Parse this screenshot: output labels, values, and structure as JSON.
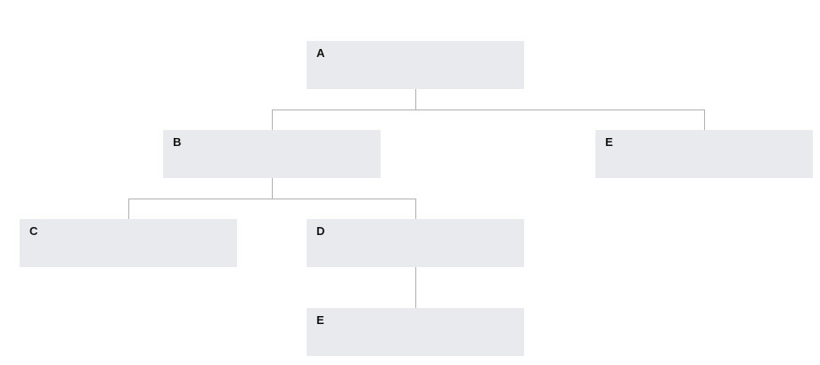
{
  "diagram": {
    "type": "org-chart",
    "nodes": [
      {
        "label": "A",
        "parent": null,
        "level": 1
      },
      {
        "label": "B",
        "parent": "A",
        "level": 2
      },
      {
        "label": "E",
        "parent": "A",
        "level": 2
      },
      {
        "label": "C",
        "parent": "B",
        "level": 3
      },
      {
        "label": "D",
        "parent": "B",
        "level": 3
      },
      {
        "label": "E",
        "parent": "D",
        "level": 4
      }
    ],
    "edges": [
      {
        "from": "A",
        "to": "B"
      },
      {
        "from": "A",
        "to": "E"
      },
      {
        "from": "B",
        "to": "C"
      },
      {
        "from": "B",
        "to": "D"
      },
      {
        "from": "D",
        "to": "E"
      }
    ]
  },
  "colors": {
    "background": "#ffffff",
    "node_fill": "#e9eaee",
    "node_label": "#111111",
    "connector": "#b0b0b0"
  }
}
